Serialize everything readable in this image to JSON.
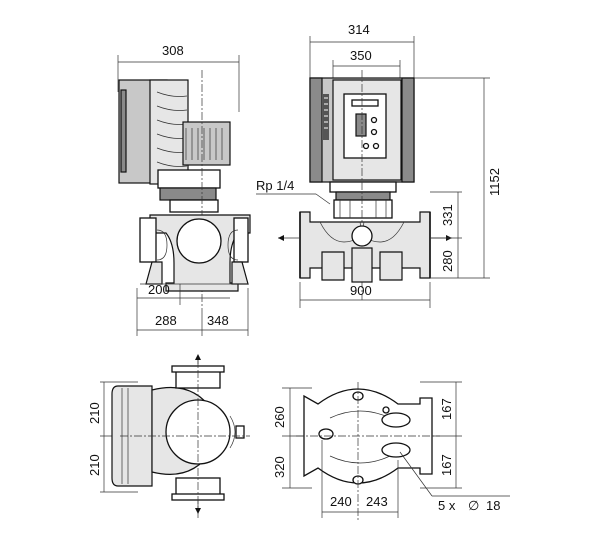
{
  "dimensions": {
    "side_width": "308",
    "front_width_outer": "314",
    "front_width_inner": "350",
    "total_height": "1152",
    "upper_height": "331",
    "lower_height": "280",
    "front_length": "900",
    "side_offset": "200",
    "side_left": "288",
    "side_right": "348",
    "top_upper": "210",
    "top_lower": "210",
    "bottom_upper": "260",
    "bottom_lower": "320",
    "bottom_right_upper": "167",
    "bottom_right_lower": "167",
    "bottom_left": "240",
    "bottom_right": "243",
    "holes_count": "5 x",
    "holes_diameter": "18",
    "thread_label": "Rp 1/4"
  },
  "symbols": {
    "diameter": "∅",
    "arrow": "arrow-icon",
    "logo": "grundfos-logo-icon"
  },
  "colors": {
    "line": "#222222",
    "motor_fill": "#c8c8c8",
    "dark_fill": "#8a8a8a",
    "light_fill": "#e6e6e6"
  }
}
